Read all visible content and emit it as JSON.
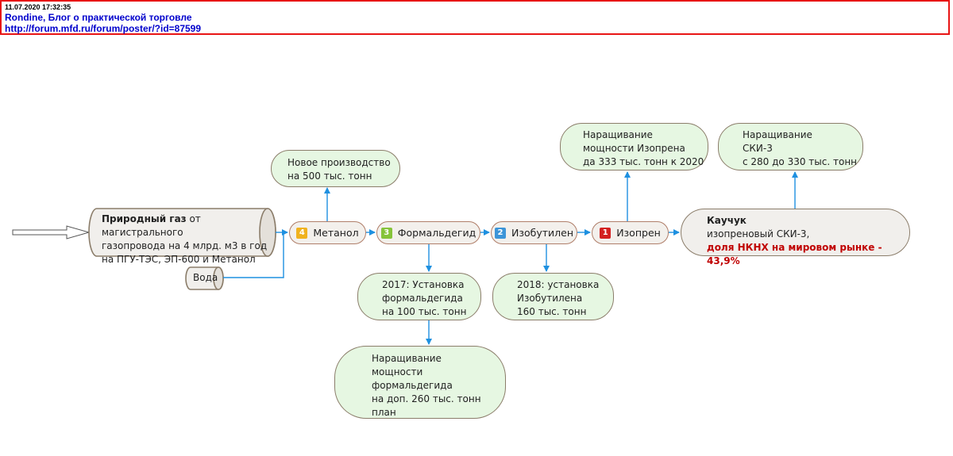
{
  "header": {
    "timestamp": "11.07.2020 17:32:35",
    "title": "Rondine,  Блог о практической торговле",
    "url": "http://forum.mfd.ru/forum/poster/?id=87599"
  },
  "gas": {
    "bold": "Природный газ",
    "rest1": " от магистрального",
    "line2": "газопровода на 4 млрд. м3 в год",
    "line3": "на ПГУ-ТЭС, ЭП-600 и Метанол"
  },
  "water": {
    "label": "Вода"
  },
  "steps": [
    {
      "badge": "4",
      "label": "Метанол"
    },
    {
      "badge": "3",
      "label": "Формальдегид"
    },
    {
      "badge": "2",
      "label": "Изобутилен"
    },
    {
      "badge": "1",
      "label": "Изопрен"
    }
  ],
  "rubber": {
    "title": "Каучук",
    "line2": "изопреновый СКИ-3,",
    "line3": "доля НКНХ на мировом рынке - 43,9%"
  },
  "notes": {
    "methanol": [
      "Новое производство",
      "на 500 тыс. тонн"
    ],
    "isoprene": [
      "Наращивание",
      "мощности Изопрена",
      "да 333 тыс. тонн к 2020"
    ],
    "ski3": [
      "Наращивание",
      "СКИ-3",
      "с 280 до 330 тыс. тонн"
    ],
    "formaldehyde2017": [
      "2017: Установка",
      "формальдегида",
      "на 100 тыс. тонн"
    ],
    "isobutylene2018": [
      "2018: установка",
      "Изобутилена",
      "160 тыс. тонн"
    ],
    "formaldehydePlan": [
      "Наращивание",
      "мощности",
      "формальдегида",
      "на доп. 260 тыс. тонн",
      "план"
    ]
  },
  "colors": {
    "connector": "#1e90e0",
    "header_border": "#e81515",
    "link_text": "#0000cc",
    "highlight": "#c00000"
  }
}
